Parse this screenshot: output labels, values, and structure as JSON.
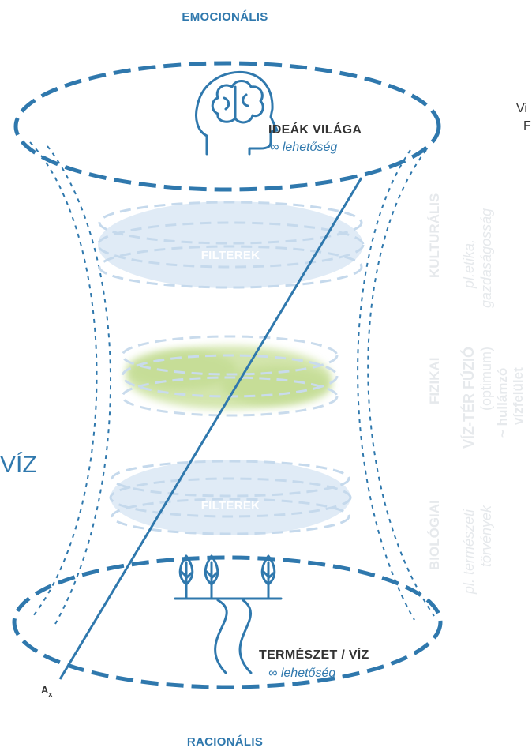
{
  "labels": {
    "top": "EMOCIONÁLIS",
    "bottom": "RACIONÁLIS",
    "top_ellipse_title": "IDEÁK VILÁGA",
    "top_ellipse_subtitle": "∞ lehetőség",
    "bottom_ellipse_title": "TERMÉSZET / VÍZ",
    "bottom_ellipse_subtitle": "∞ lehetőség",
    "filter_upper": "FILTEREK",
    "filter_lower": "FILTEREK",
    "axis_label": "A",
    "axis_subscript": "x",
    "left_cut": "VÍZ",
    "right_cut_1": "Vi",
    "right_cut_2": "F"
  },
  "side_columns": {
    "kulturalis": {
      "label": "KULTURÁLIS",
      "line1": "pl.etika,",
      "line2": "gazdaságosság"
    },
    "fizikai": {
      "label": "FIZIKAI",
      "line1": "VÍZ-TÉR FÚZIÓ",
      "line2": "(optimum)",
      "line3": "~ hullámzó",
      "line4": "vízfelület"
    },
    "biologiai": {
      "label": "BIOLÓGIAI",
      "line1": "pl. természeti",
      "line2": "törvények"
    }
  },
  "colors": {
    "primary_blue": "#2f78ad",
    "dark_text": "#333333",
    "filter_blue": "#dbe8f4",
    "filter_green": "#cfe3a4",
    "faint_text": "#e6e9ec"
  },
  "icons": [
    "brain-head-icon",
    "trees-river-icon"
  ]
}
